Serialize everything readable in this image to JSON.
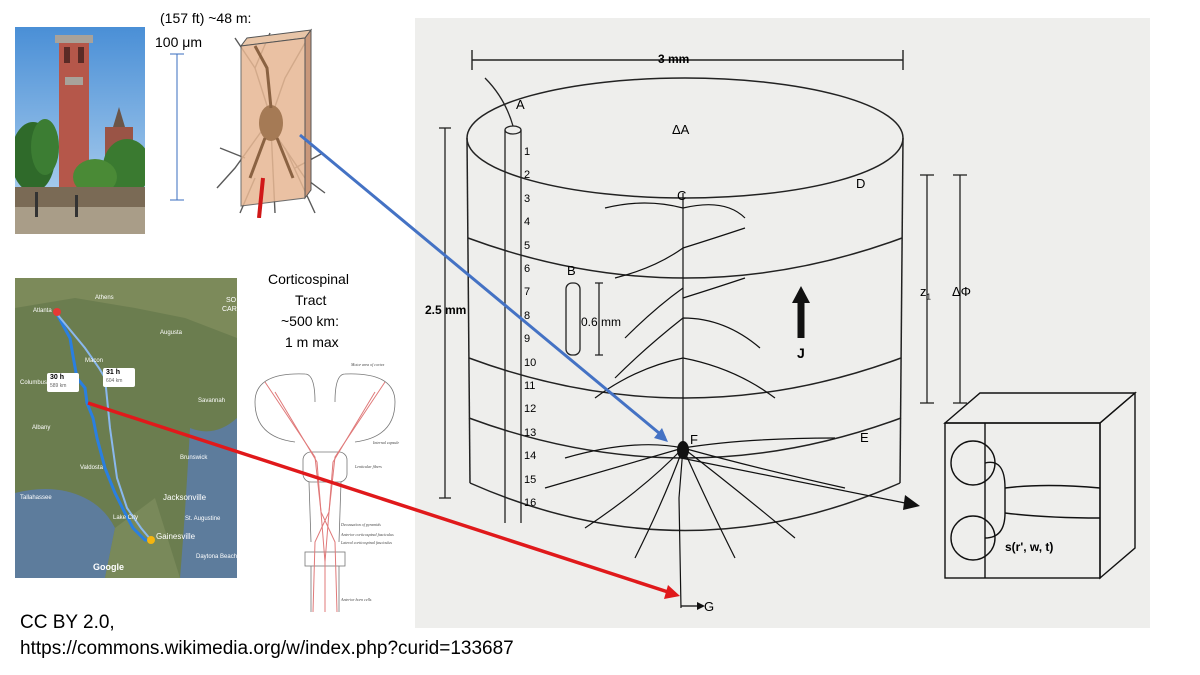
{
  "tower_caption": {
    "line1": "(157 ft) ~48 m:",
    "line2": "100 μm"
  },
  "tract_caption": {
    "line1": "Corticospinal",
    "line2": "Tract",
    "line3": "~500 km:",
    "line4": "1 m max"
  },
  "map": {
    "cities": [
      "Atlanta",
      "Athens",
      "Augusta",
      "Columbus",
      "Macon",
      "Albany",
      "Savannah",
      "Valdosta",
      "Brunswick",
      "Tallahassee",
      "Jacksonville",
      "Lake City",
      "Gainesville",
      "St. Augustine",
      "Daytona Beach"
    ],
    "route_a": {
      "time": "30 h",
      "dist": "589 km"
    },
    "route_b": {
      "time": "31 h",
      "dist": "604 km"
    },
    "brand": "Google",
    "edge_labels": [
      "SO",
      "CAR"
    ]
  },
  "tract_labels": [
    "Motor area of cortex",
    "Internal capsule",
    "Lenticular fibers",
    "Decussation of pyramids",
    "Anterior corticospinal fasciculus",
    "Lateral corticospinal fasciculus",
    "Anterior horn cells"
  ],
  "diagram": {
    "width_label": "3 mm",
    "height_label": "2.5 mm",
    "segment_label": "0.6 mm",
    "letters": {
      "A": "A",
      "B": "B",
      "C": "C",
      "D": "D",
      "E": "E",
      "F": "F",
      "G": "G"
    },
    "delta_a": "ΔA",
    "delta_phi": "ΔΦ",
    "z1": "z",
    "z1_sub": "1",
    "current": "J",
    "electrodes": [
      "1",
      "2",
      "3",
      "4",
      "5",
      "6",
      "7",
      "8",
      "9",
      "10",
      "11",
      "12",
      "13",
      "14",
      "15",
      "16"
    ],
    "source": "s(r', w, t)"
  },
  "colors": {
    "blue_arrow": "#4472c4",
    "red_arrow": "#e0191b",
    "tower_brick": "#b5574a",
    "neuron": "#a57a55"
  },
  "credit": {
    "line1": "CC BY 2.0,",
    "line2": "https://commons.wikimedia.org/w/index.php?curid=133687"
  }
}
